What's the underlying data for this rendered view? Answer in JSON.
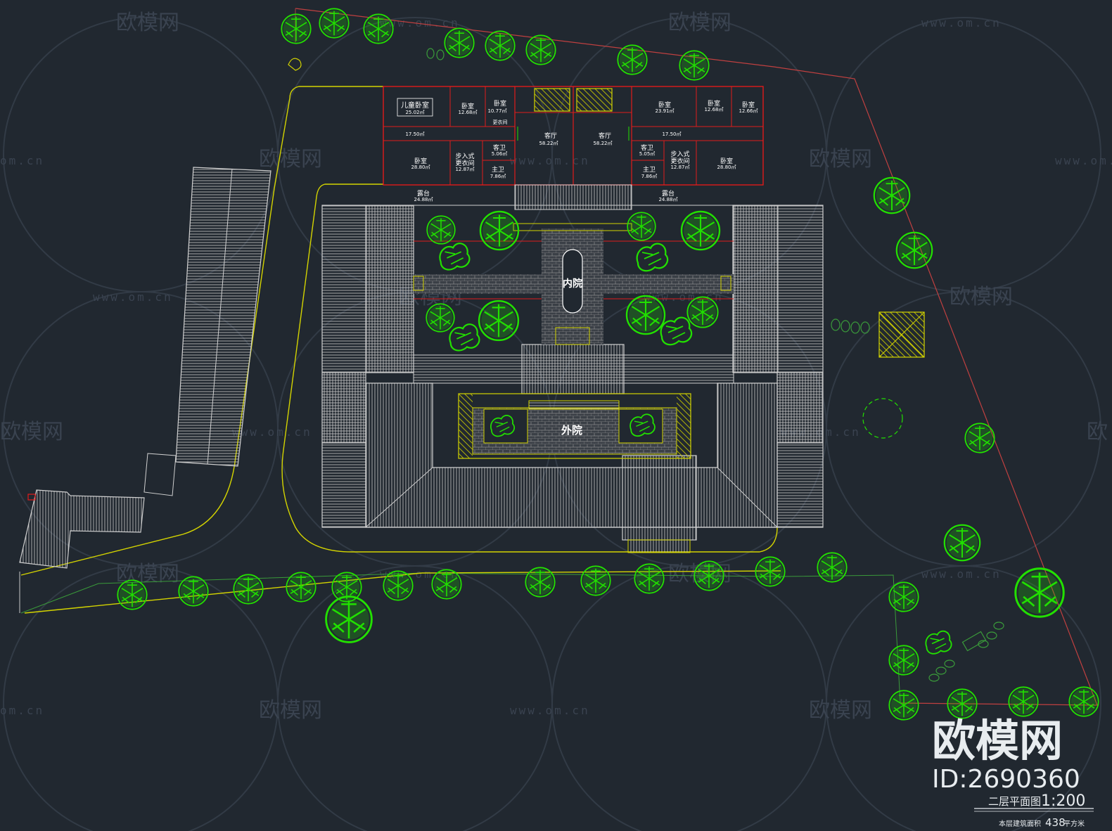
{
  "watermark": {
    "brand": "欧模网",
    "url": "www.om.cn",
    "url_short": "om.cn",
    "brand_partial": "欧"
  },
  "rooms": {
    "kids_bedroom": "儿童卧室",
    "kids_bedroom_area": "25.02㎡",
    "bedroom": "卧室",
    "bed_a_area": "12.68㎡",
    "bed_b_area": "10.77㎡",
    "bed_c_area": "23.91㎡",
    "bed_d_area": "12.68㎡",
    "bed_e_area": "12.66㎡",
    "corridor_area": "17.50㎡",
    "living": "客厅",
    "living_area": "58.22㎡",
    "guest_bath": "客卫",
    "guest_bath_l_area": "5.06㎡",
    "guest_bath_r_area": "5.05㎡",
    "master_bath": "主卫",
    "master_bath_area": "7.86㎡",
    "walkin_1": "步入式",
    "walkin_2": "更衣间",
    "walkin_area": "12.87㎡",
    "big_bed_area": "28.80㎡",
    "terrace": "露台",
    "terrace_area": "24.88㎡",
    "small_note": "更衣间"
  },
  "courtyards": {
    "inner": "内院",
    "outer": "外院"
  },
  "stamp": {
    "brand": "欧模网",
    "id": "ID:2690360"
  },
  "title_block": {
    "title": "二层平面图",
    "scale": "1:200",
    "area_label": "本层建筑面积",
    "area_value": "438",
    "area_unit": "平方米"
  },
  "colors": {
    "background": "#212830",
    "wall": "#e01b1b",
    "tree": "#22e000",
    "boundary": "#d4d400",
    "roof": "#d0d0d0",
    "site_line": "#c04040"
  }
}
